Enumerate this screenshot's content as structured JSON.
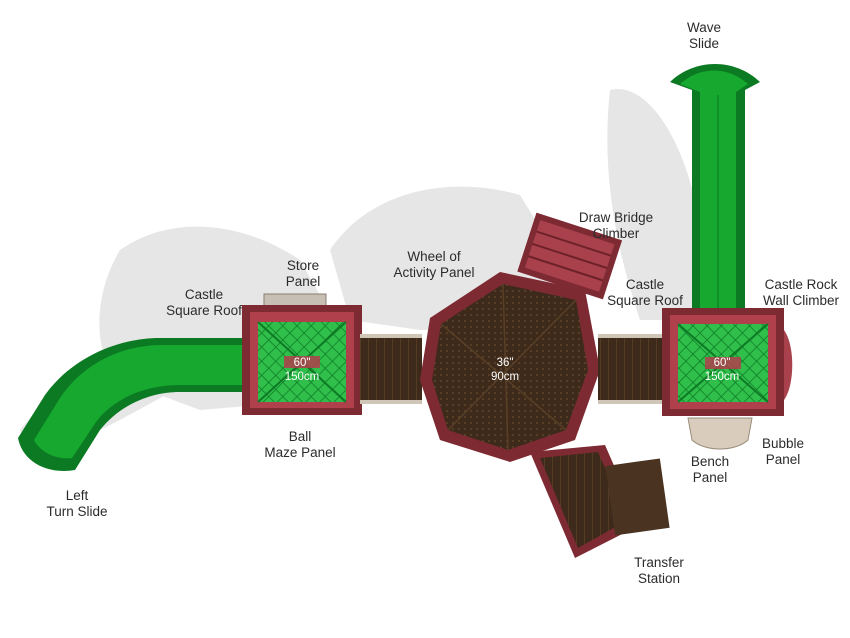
{
  "colors": {
    "slide_green": "#16a82f",
    "slide_green_dark": "#0b7a22",
    "roof_green": "#2fbf4a",
    "panel_red": "#b0404c",
    "panel_red_dark": "#7e2a33",
    "deck_brown": "#3d2a1a",
    "deck_brown_light": "#5a3f27",
    "shadow": "#e3e3e3",
    "label_text": "#2b2b2b"
  },
  "labels": {
    "wave_slide": [
      "Wave",
      "Slide"
    ],
    "draw_bridge": [
      "Draw Bridge",
      "Climber"
    ],
    "wheel_activity": [
      "Wheel of",
      "Activity Panel"
    ],
    "store_panel": [
      "Store",
      "Panel"
    ],
    "castle_roof_left": [
      "Castle",
      "Square Roof"
    ],
    "castle_roof_right": [
      "Castle",
      "Square Roof"
    ],
    "castle_rock_wall": [
      "Castle Rock",
      "Wall Climber"
    ],
    "ball_maze": [
      "Ball",
      "Maze Panel"
    ],
    "left_turn_slide": [
      "Left",
      "Turn Slide"
    ],
    "bench_panel": [
      "Bench",
      "Panel"
    ],
    "bubble_panel": [
      "Bubble",
      "Panel"
    ],
    "transfer_station": [
      "Transfer",
      "Station"
    ]
  },
  "dimensions": {
    "left_deck": [
      "60\"",
      "150cm"
    ],
    "center_deck": [
      "36\"",
      "90cm"
    ],
    "right_deck": [
      "60\"",
      "150cm"
    ]
  }
}
